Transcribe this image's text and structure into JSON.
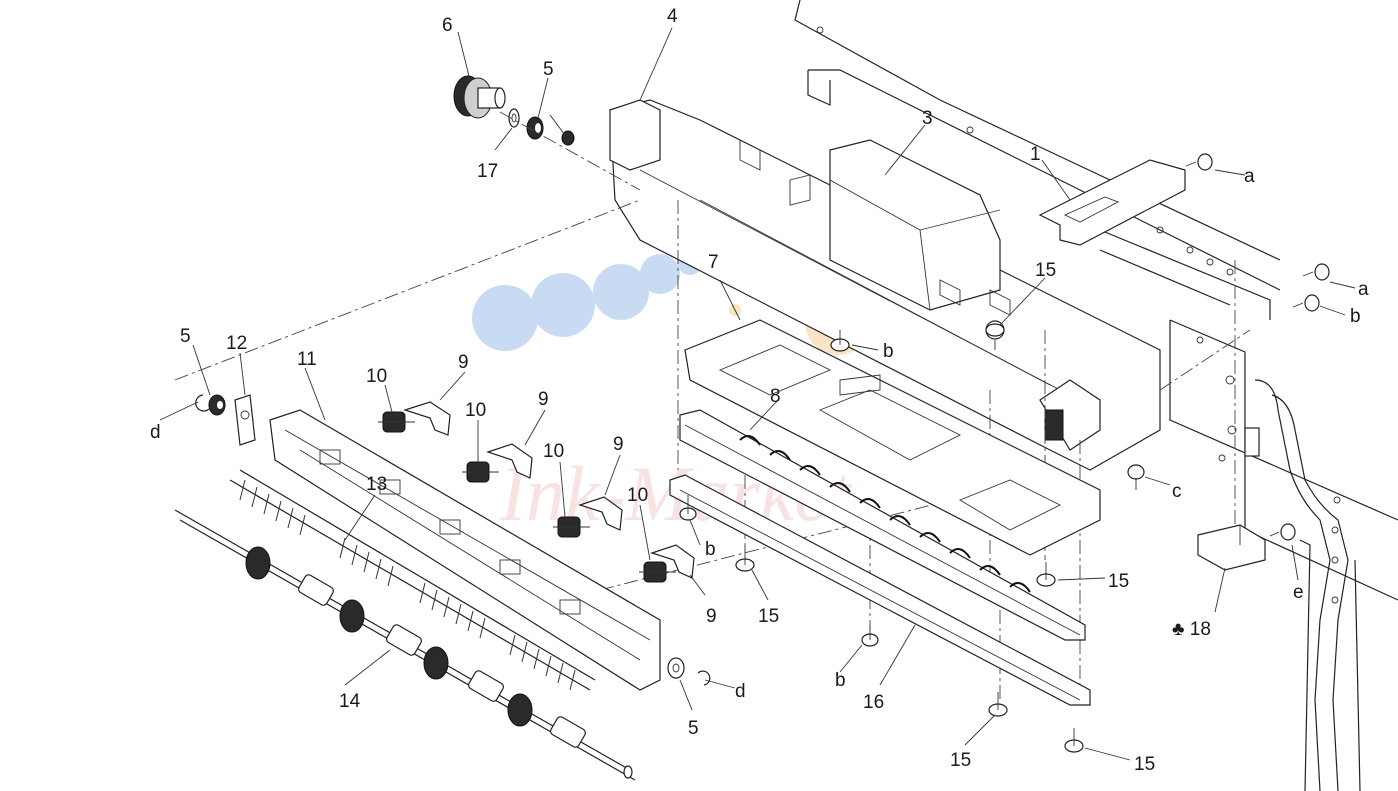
{
  "callouts": {
    "c1": "1",
    "c3": "3",
    "c4": "4",
    "c5a": "5",
    "c5b": "5",
    "c5c": "5",
    "c6": "6",
    "c7": "7",
    "c8": "8",
    "c9a": "9",
    "c9b": "9",
    "c9c": "9",
    "c9d": "9",
    "c10a": "10",
    "c10b": "10",
    "c10c": "10",
    "c10d": "10",
    "c11": "11",
    "c12": "12",
    "c13": "13",
    "c14": "14",
    "c15a": "15",
    "c15b": "15",
    "c15c": "15",
    "c15d": "15",
    "c15e": "15",
    "c16": "16",
    "c17": "17",
    "c18": "♣ 18",
    "ca1": "a",
    "ca2": "a",
    "cb1": "b",
    "cb2": "b",
    "cb3": "b",
    "cb4": "b",
    "cc": "c",
    "cd1": "d",
    "cd2": "d",
    "ce": "e"
  },
  "watermark_text": "Ink-Market",
  "colors": {
    "watermark_blue": "#9fc0ea",
    "watermark_orange": "#f6d3a0",
    "line": "#222222"
  }
}
